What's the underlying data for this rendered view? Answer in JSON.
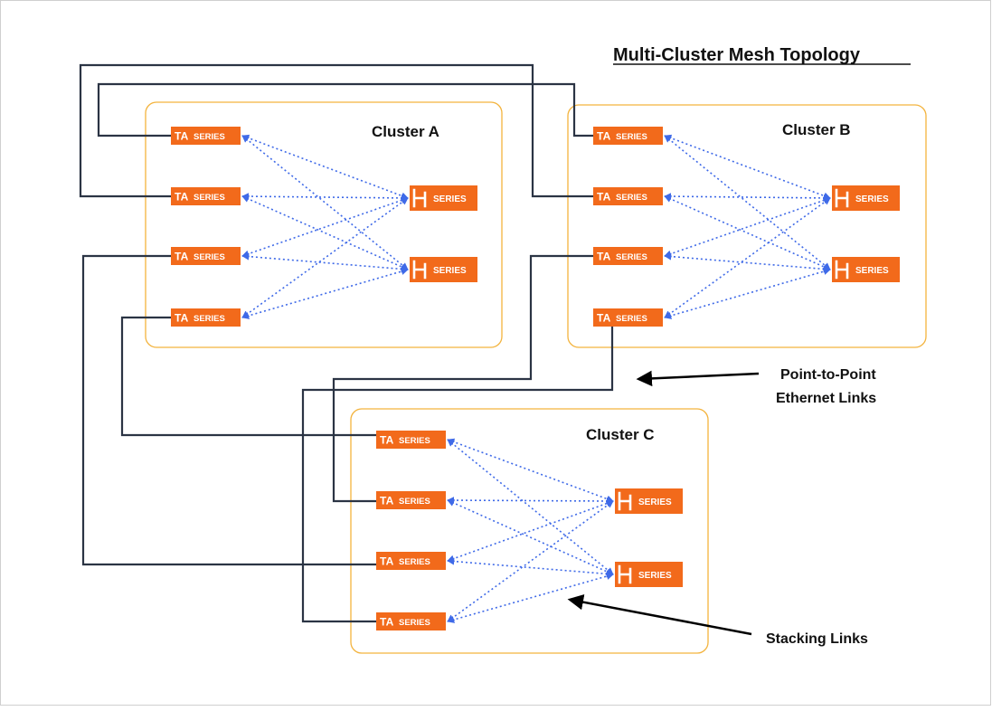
{
  "title": "Multi-Cluster Mesh Topology",
  "clusters": [
    {
      "label": "Cluster A"
    },
    {
      "label": "Cluster B"
    },
    {
      "label": "Cluster C"
    }
  ],
  "device_text": {
    "ta_logo": "TA",
    "ta_series": "SERIES",
    "h_series": "SERIES"
  },
  "annotations": {
    "ethernet_line1": "Point-to-Point",
    "ethernet_line2": "Ethernet Links",
    "stacking": "Stacking Links"
  },
  "colors": {
    "device_orange": "#f26a1b",
    "cluster_border": "#f3b33d",
    "ethernet_link": "#2b3444",
    "stacking_link": "#3f6ae8"
  }
}
